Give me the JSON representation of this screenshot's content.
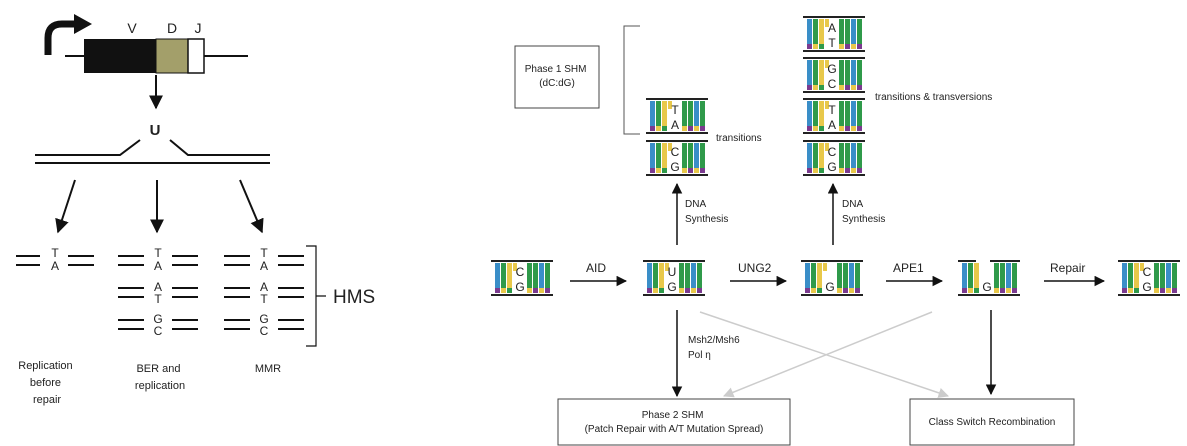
{
  "left_panel": {
    "gene_segments": {
      "v": "V",
      "d": "D",
      "j": "J"
    },
    "uracil": "U",
    "pathways": [
      {
        "label_lines": [
          "Replication",
          "before",
          "repair"
        ]
      },
      {
        "label_lines": [
          "BER and",
          "replication"
        ]
      },
      {
        "label_lines": [
          "MMR"
        ]
      }
    ],
    "pair_ta": [
      "T",
      "A"
    ],
    "pair_at": [
      "A",
      "T"
    ],
    "pair_gc": [
      "G",
      "C"
    ],
    "hms_label": "HMS"
  },
  "right_panel": {
    "phase1_box": [
      "Phase 1 SHM",
      "(dC:dG)"
    ],
    "transitions_label": "transitions",
    "transitions_transversions_label": "transitions & transversions",
    "dna_synthesis_label": [
      "DNA",
      "Synthesis"
    ],
    "steps": {
      "aid": "AID",
      "ung2": "UNG2",
      "ape1": "APE1",
      "repair": "Repair"
    },
    "msh_label": [
      "Msh2/Msh6",
      "Pol η"
    ],
    "phase2_box": [
      "Phase 2 SHM",
      "(Patch Repair with A/T Mutation Spread)"
    ],
    "csr_box": "Class Switch Recombination",
    "bases": {
      "start": [
        "C",
        "G"
      ],
      "aid": [
        "U",
        "G"
      ],
      "ung2": [
        "",
        "G"
      ],
      "ape1": [
        "",
        "G"
      ],
      "repair": [
        "C",
        "G"
      ],
      "phase1_a": [
        "T",
        "A"
      ],
      "phase1_b": [
        "C",
        "G"
      ],
      "phase1_c": [
        "A",
        "T"
      ],
      "phase1_d": [
        "G",
        "C"
      ],
      "phase1_e": [
        "T",
        "A"
      ],
      "phase1_f": [
        "C",
        "G"
      ]
    }
  },
  "colors": {
    "blue": "#3a8ec8",
    "green": "#2f9a4a",
    "yellow": "#e8c84a",
    "purple": "#7b3a8f",
    "gene_black": "#111111",
    "gene_olive": "#a39f6a",
    "uracil_red": "#d03030",
    "faint_arrow": "#cccccc"
  }
}
